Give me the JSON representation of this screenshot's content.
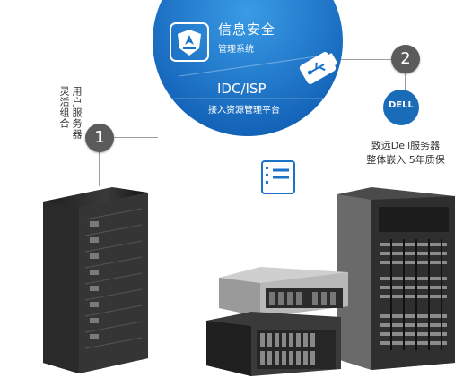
{
  "security": {
    "title": "信息安全",
    "subtitle": "管理系统"
  },
  "idc": {
    "title": "IDC/ISP",
    "subtitle": "接入资源管理平台"
  },
  "icp": {
    "title": "ICP/IP",
    "subtitle": "地址备案管理系统"
  },
  "left": {
    "step": "1",
    "label_lines": [
      "用户服务器",
      "灵活组合"
    ]
  },
  "right": {
    "step": "2",
    "logo": "DELL",
    "desc_lines": [
      "致远Dell服务器",
      "整体嵌入 5年质保"
    ]
  },
  "colors": {
    "dome_blue": "#1a73c9",
    "badge_gray": "#5b5b5b",
    "dell_blue": "#1a6bb8"
  },
  "icons": [
    "shield-icon",
    "usb-icon",
    "document-icon",
    "server-rack-icon",
    "tower-server-icon",
    "rack-server-icon"
  ]
}
